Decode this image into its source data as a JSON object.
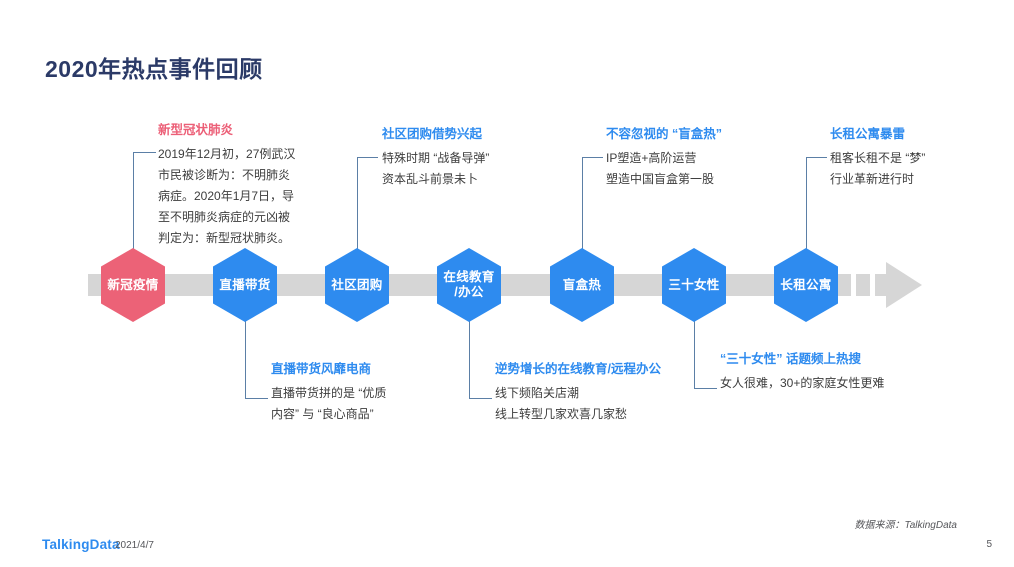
{
  "slide": {
    "title": "2020年热点事件回顾",
    "page_number": "5",
    "source_note": "数据来源：TalkingData",
    "footer_logo": "TalkingData",
    "footer_date": "2021/4/7",
    "colors": {
      "title": "#2b3a67",
      "accent_blue": "#2e8bef",
      "accent_pink": "#ec6277",
      "bar_gray": "#d6d6d6",
      "connector": "#5b7fa6",
      "body_text": "#3d3d3d"
    }
  },
  "timeline": {
    "nodes": [
      {
        "label": "新冠疫情",
        "color": "pink",
        "position": "top"
      },
      {
        "label": "直播带货",
        "color": "blue",
        "position": "bottom"
      },
      {
        "label": "社区团购",
        "color": "blue",
        "position": "top"
      },
      {
        "label": "在线教育\n/办公",
        "color": "blue",
        "position": "bottom"
      },
      {
        "label": "盲盒热",
        "color": "blue",
        "position": "top"
      },
      {
        "label": "三十女性",
        "color": "blue",
        "position": "bottom"
      },
      {
        "label": "长租公寓",
        "color": "blue",
        "position": "top"
      }
    ]
  },
  "annotations": {
    "top": [
      {
        "heading": "新型冠状肺炎",
        "heading_color": "pink",
        "lines": [
          "2019年12月初，27例武汉",
          "市民被诊断为：不明肺炎",
          "病症。2020年1月7日，导",
          "至不明肺炎病症的元凶被",
          "判定为：新型冠状肺炎。"
        ]
      },
      {
        "heading": "社区团购借势兴起",
        "heading_color": "blue",
        "lines": [
          "特殊时期 “战备导弹”",
          "资本乱斗前景未卜"
        ]
      },
      {
        "heading": "不容忽视的 “盲盒热”",
        "heading_color": "blue",
        "lines": [
          "IP塑造+高阶运营",
          "塑造中国盲盒第一股"
        ]
      },
      {
        "heading": "长租公寓暴雷",
        "heading_color": "blue",
        "lines": [
          "租客长租不是 “梦”",
          "行业革新进行时"
        ]
      }
    ],
    "bottom": [
      {
        "heading": "直播带货风靡电商",
        "heading_color": "blue",
        "lines": [
          "直播带货拼的是 “优质",
          "内容” 与 “良心商品”"
        ]
      },
      {
        "heading": "逆势增长的在线教育/远程办公",
        "heading_color": "blue",
        "lines": [
          "线下频陷关店潮",
          "线上转型几家欢喜几家愁"
        ]
      },
      {
        "heading": "“三十女性” 话题频上热搜",
        "heading_color": "blue",
        "lines": [
          "女人很难，30+的家庭女性更难"
        ]
      }
    ]
  }
}
